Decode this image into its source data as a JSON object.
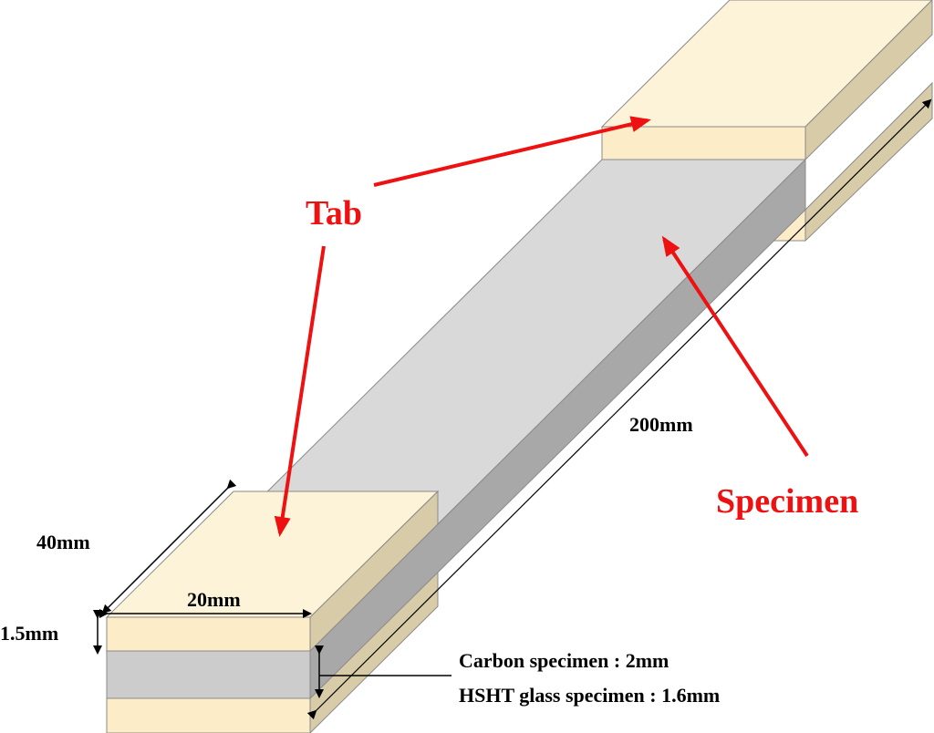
{
  "labels": {
    "tab": "Tab",
    "specimen": "Specimen",
    "length": "200mm",
    "tab_length": "40mm",
    "tab_width": "20mm",
    "tab_thickness": "1.5mm",
    "carbon": "Carbon specimen : 2mm",
    "glass": "HSHT glass specimen : 1.6mm"
  },
  "colors": {
    "tab_top": "#fdf3d8",
    "tab_front": "#fcedc8",
    "tab_side": "#d8cba8",
    "spec_top": "#d9d9d9",
    "spec_front": "#cccccc",
    "spec_side": "#a8a8a8",
    "accent": "#ee1111"
  }
}
